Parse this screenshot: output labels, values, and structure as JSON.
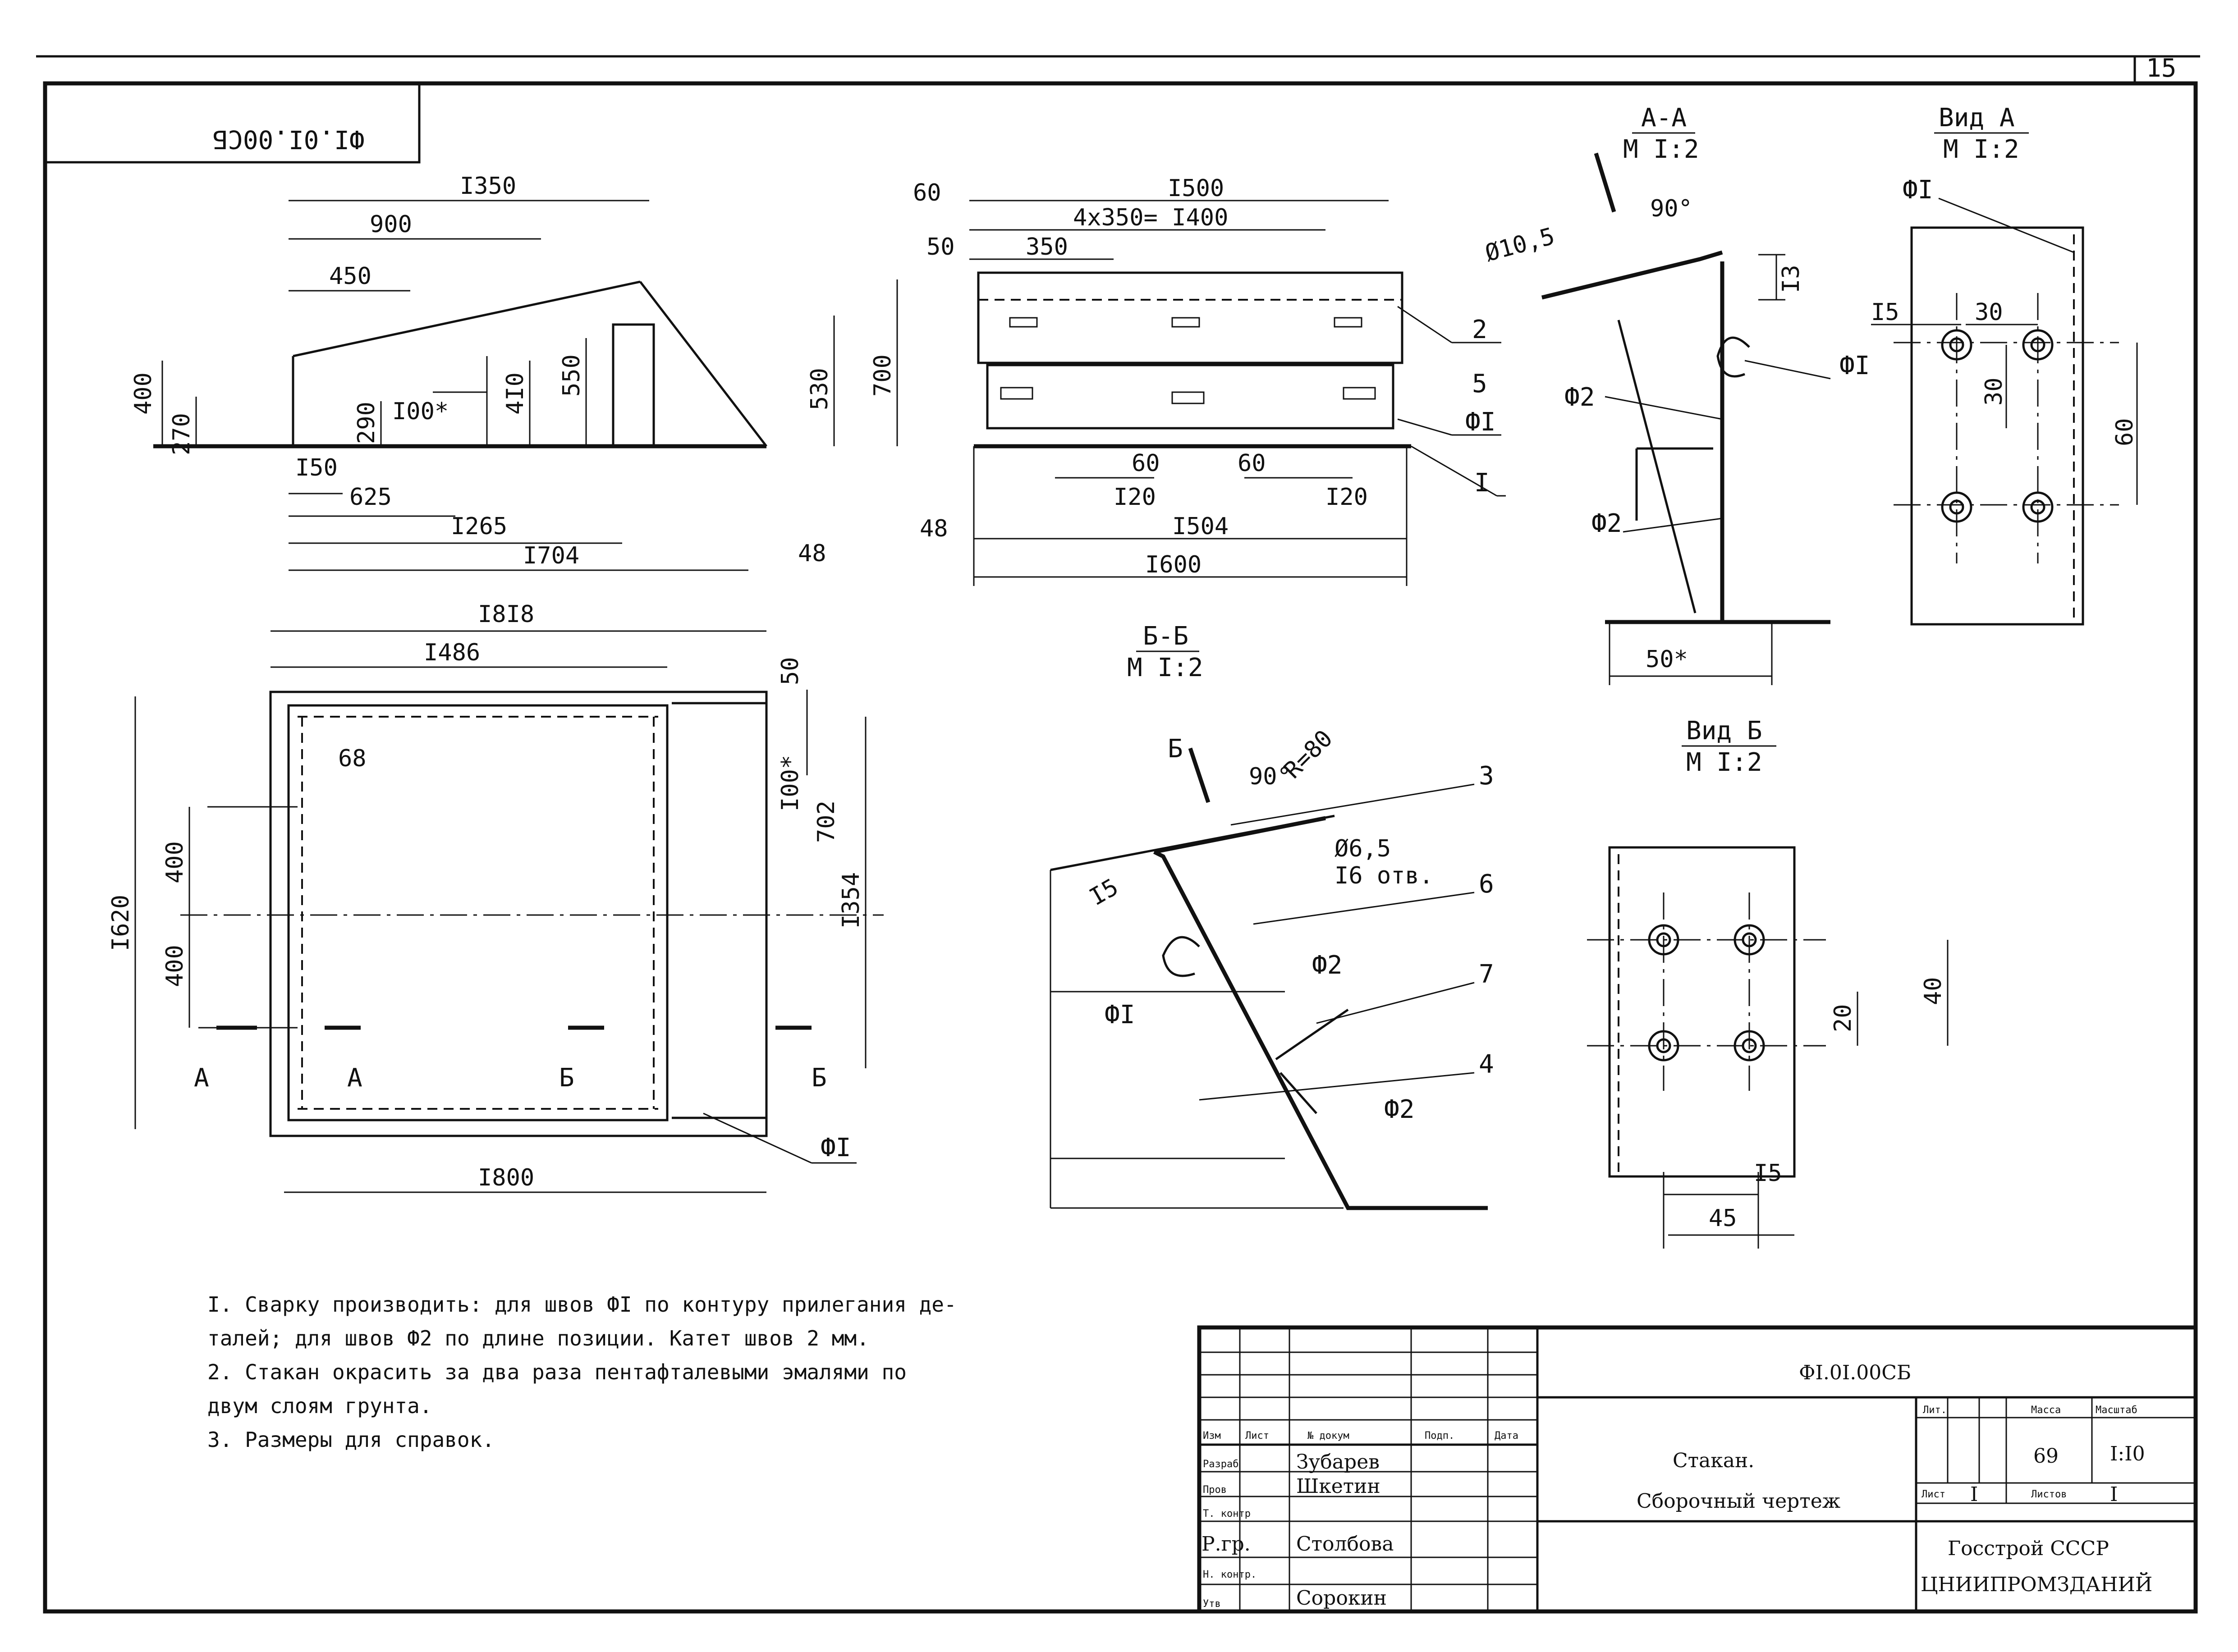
{
  "doc": {
    "sheet_code": "ФI.0I.00СБ",
    "sheet_code_mirrored": "ФI.0I.00СБ",
    "page_number": "15"
  },
  "view_top_left": {
    "dims": [
      "I350",
      "900",
      "450",
      "400",
      "270",
      "290",
      "I00*",
      "4I0",
      "550",
      "530",
      "700",
      "I50",
      "625",
      "I265",
      "I704",
      "48"
    ]
  },
  "view_top_middle": {
    "dims": [
      "60",
      "I500",
      "4x350= I400",
      "50",
      "350",
      "60",
      "60",
      "I20",
      "I20",
      "48",
      "I504",
      "I600"
    ],
    "callouts": [
      "2",
      "5",
      "ФI",
      "I"
    ]
  },
  "view_plan": {
    "dims": [
      "I8I8",
      "I486",
      "68",
      "50",
      "I00*",
      "702",
      "I620",
      "400",
      "400",
      "I354",
      "I800"
    ],
    "section_marks": [
      "А",
      "А",
      "Б",
      "Б"
    ],
    "callouts": [
      "ФI"
    ]
  },
  "section_AA": {
    "title": "А-А",
    "scale": "М I:2",
    "dims": [
      "Ø10,5",
      "90°",
      "I3",
      "50*"
    ],
    "weld_labels": [
      "ФI",
      "Ф2",
      "Ф2"
    ]
  },
  "view_A": {
    "title": "Вид А",
    "scale": "М I:2",
    "dims": [
      "I5",
      "30",
      "30",
      "60"
    ],
    "weld_labels": [
      "ФI"
    ]
  },
  "section_BB": {
    "title": "Б-Б",
    "scale": "М I:2",
    "dims": [
      "90°",
      "R=80",
      "I5",
      "Ø6,5",
      "I6 отв."
    ],
    "callouts": [
      "3",
      "6",
      "7",
      "4"
    ],
    "weld_labels": [
      "Ф2",
      "ФI",
      "Ф2"
    ]
  },
  "view_B": {
    "title": "Вид Б",
    "scale": "М I:2",
    "dims": [
      "40",
      "20",
      "I5",
      "45"
    ]
  },
  "notes": [
    "I. Сварку производить: для швов ФI по контуру прилегания де-",
    "   талей; для швов Ф2 по длине позиции. Катет швов  2 мм.",
    "2. Стакан окрасить за два раза пентафталевыми эмалями по",
    "   двум слоям грунта.",
    "3. Размеры для справок."
  ],
  "title_block": {
    "doc_code": "ФI.0I.00СБ",
    "name_line1": "Стакан.",
    "name_line2": "Сборочный чертеж",
    "col_headers": [
      "Изм",
      "Лист",
      "№ докум",
      "Подп.",
      "Дата"
    ],
    "roles": [
      "Разраб",
      "Пров",
      "Т. контр",
      "Р.гр.",
      "Н. контр.",
      "Утв"
    ],
    "people": [
      "Зубарев",
      "Шкетин",
      "",
      "Столбова",
      "",
      "Сорокин"
    ],
    "lit_label": "Лит.",
    "mass_label": "Масса",
    "scale_label": "Масштаб",
    "mass": "69",
    "scale": "I:I0",
    "sheet_label": "Лист",
    "sheet_value": "I",
    "sheets_label": "Листов",
    "sheets_value": "I",
    "org1": "Госстрой СССР",
    "org2": "ЦНИИПРОМЗДАНИЙ"
  }
}
